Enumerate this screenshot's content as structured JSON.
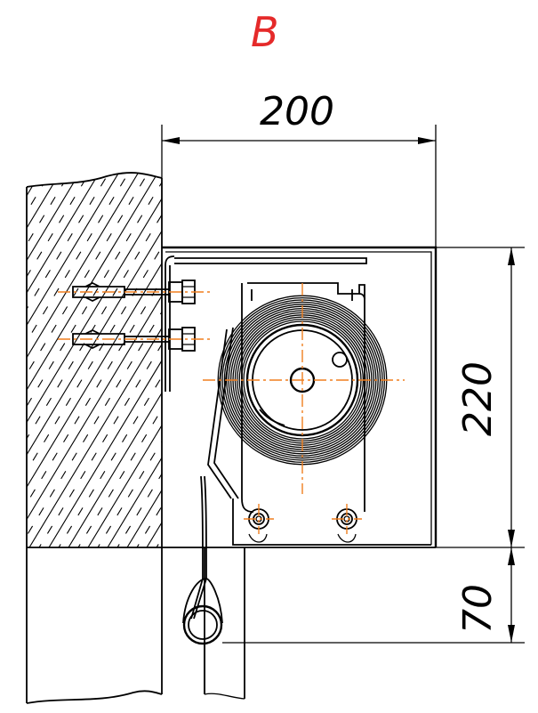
{
  "view_label": "B",
  "dimensions": {
    "width": "200",
    "height": "220",
    "offset": "70"
  },
  "colors": {
    "line": "#000000",
    "centerline": "#f07f1f",
    "label": "#e52a2a"
  }
}
